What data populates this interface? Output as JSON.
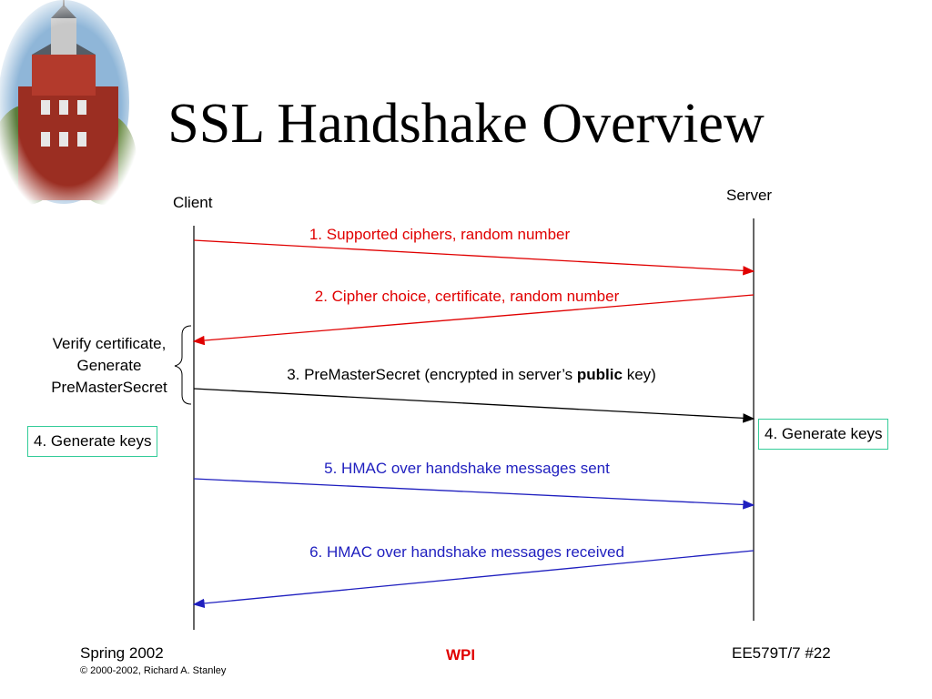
{
  "title": "SSL Handshake Overview",
  "actors": {
    "client": "Client",
    "server": "Server"
  },
  "messages": [
    {
      "label": "1.  Supported ciphers, random number",
      "color": "#e00000"
    },
    {
      "label": "2. Cipher choice, certificate, random number",
      "color": "#e00000"
    },
    {
      "label_before": "3.  PreMasterSecret (encrypted in server’s ",
      "label_bold": "public",
      "label_after": " key)",
      "color": "#000000"
    },
    {
      "label": "5.  HMAC over handshake messages sent",
      "color": "#1f1fbf"
    },
    {
      "label": "6.  HMAC over handshake messages received",
      "color": "#1f1fbf"
    }
  ],
  "client_note": [
    "Verify certificate,",
    "Generate",
    "PreMasterSecret"
  ],
  "client_box": "4.  Generate keys",
  "server_box": "4.  Generate keys",
  "box_border_color": "#33cc99",
  "footer": {
    "left": "Spring 2002",
    "copyright": "© 2000-2002, Richard A. Stanley",
    "center": "WPI",
    "right": "EE579T/7  #22"
  },
  "logo_icon": "campus-tower-photo-icon"
}
